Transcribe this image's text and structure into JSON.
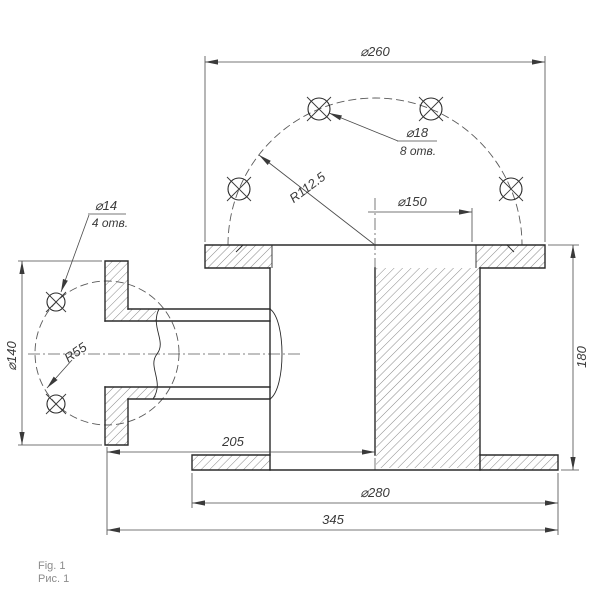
{
  "drawing": {
    "dims": {
      "d260": "⌀260",
      "d18": "⌀18",
      "d18_note": "8 отв.",
      "r1125": "R112.5",
      "d150": "⌀150",
      "d14": "⌀14",
      "d14_note": "4 отв.",
      "d140": "⌀140",
      "r55": "R55",
      "l205": "205",
      "h180": "180",
      "d280": "⌀280",
      "l345": "345"
    },
    "captions": {
      "fig_en": "Fig. 1",
      "fig_ru": "Рис. 1"
    },
    "colors": {
      "object_line": "#2b2b2b",
      "thin_line": "#4a4a4a",
      "text": "#3a3a3a",
      "caption": "#8c8c8c",
      "background": "#ffffff"
    }
  }
}
